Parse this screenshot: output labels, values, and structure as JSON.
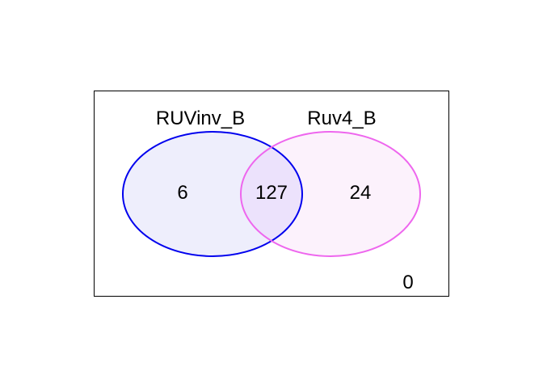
{
  "sets": [
    {
      "name": "RUVinv_B",
      "color": "#0000ee",
      "fill": "#eeeefc"
    },
    {
      "name": "Ruv4_B",
      "color": "#ee66ee",
      "fill": "#fcf2fc"
    }
  ],
  "regions": {
    "only_a": "6",
    "intersection": "127",
    "only_b": "24",
    "outside": "0"
  },
  "intersection_fill": "#ece2fc",
  "frame_color": "#000000"
}
